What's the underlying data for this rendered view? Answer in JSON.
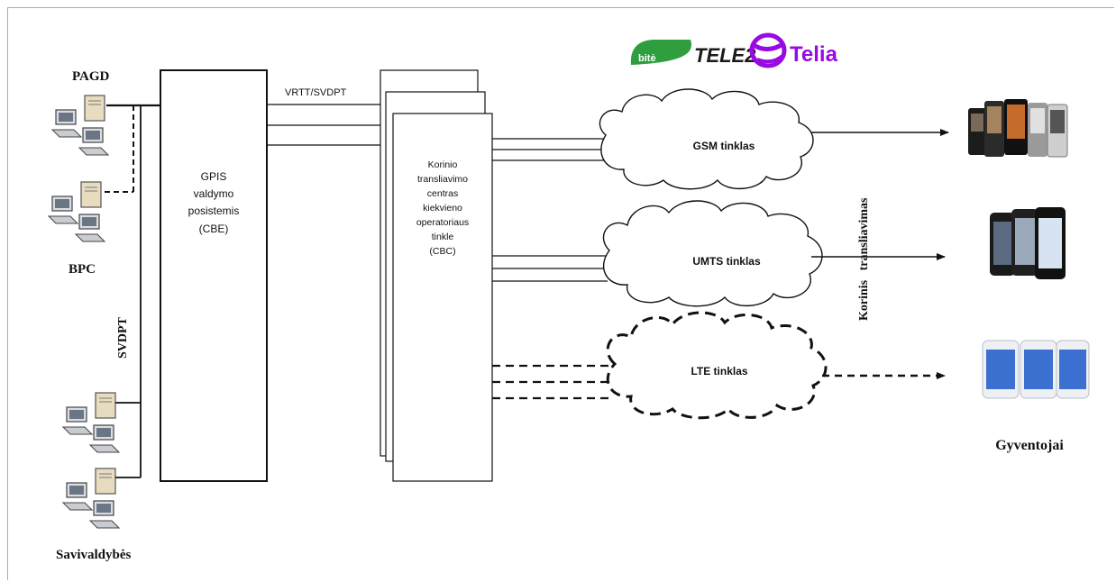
{
  "sources": {
    "pagd": "PAGD",
    "bpc": "BPC",
    "svdpt": "SVDPT",
    "savivaldybes": "Savivaldybės"
  },
  "cbe_box": {
    "line1": "GPIS",
    "line2": "valdymo",
    "line3": "posistemis",
    "line4": "(CBE)"
  },
  "link_label": "VRTT/SVDPT",
  "cbc_box": {
    "lines": [
      "Korinio",
      "transliavimo",
      "centras",
      "kiekvieno",
      "operatoriaus",
      "tinkle",
      "(CBC)"
    ]
  },
  "operators": {
    "bite": "bitė",
    "tele2": "TELE2",
    "telia": "Telia",
    "bite_color": "#2e9e3e",
    "telia_color": "#990ae3"
  },
  "networks": {
    "gsm": "GSM tinklas",
    "umts": "UMTS tinklas",
    "lte": "LTE tinklas"
  },
  "broadcast_label": "Korinis   transliavimas",
  "recipients_label": "Gyventojai"
}
